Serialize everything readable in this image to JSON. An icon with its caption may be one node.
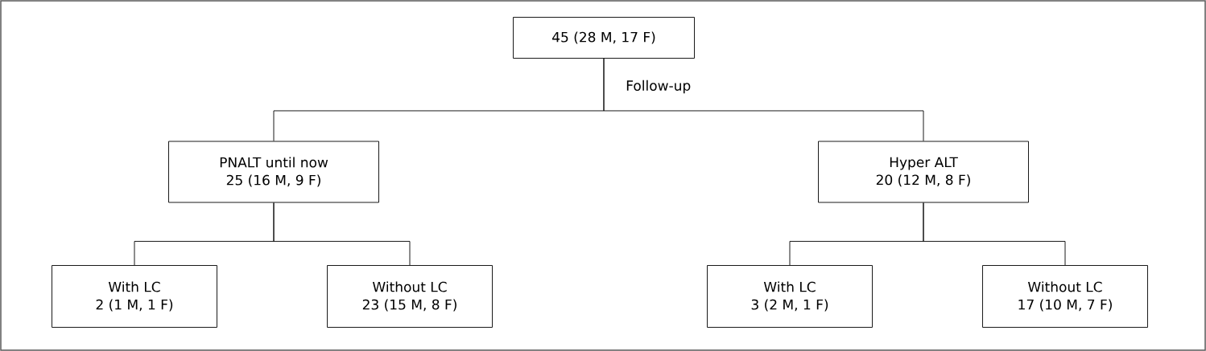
{
  "diagram": {
    "nodes": [
      {
        "text": [
          "45 (28 M, 17 F)"
        ]
      },
      {
        "text": [
          "PNALT until now",
          "25 (16 M, 9 F)"
        ]
      },
      {
        "text": [
          "Hyper ALT",
          "20 (12 M, 8 F)"
        ]
      },
      {
        "text": [
          "With LC",
          "2 (1 M, 1 F)"
        ]
      },
      {
        "text": [
          "Without LC",
          "23 (15 M, 8 F)"
        ]
      },
      {
        "text": [
          "With LC",
          "3 (2 M, 1 F)"
        ]
      },
      {
        "text": [
          "Without LC",
          "17 (10 M, 7 F)"
        ]
      }
    ],
    "edges": [
      {
        "from": 0,
        "to": 1,
        "arrow": "none"
      },
      {
        "from": 0,
        "to": 2,
        "arrow": "none"
      },
      {
        "from": 1,
        "to": 3,
        "arrow": "none"
      },
      {
        "from": 1,
        "to": 4,
        "arrow": "none"
      },
      {
        "from": 2,
        "to": 5,
        "arrow": "none"
      },
      {
        "from": 2,
        "to": 6,
        "arrow": "none"
      }
    ],
    "labels": [
      "Follow-up"
    ]
  }
}
